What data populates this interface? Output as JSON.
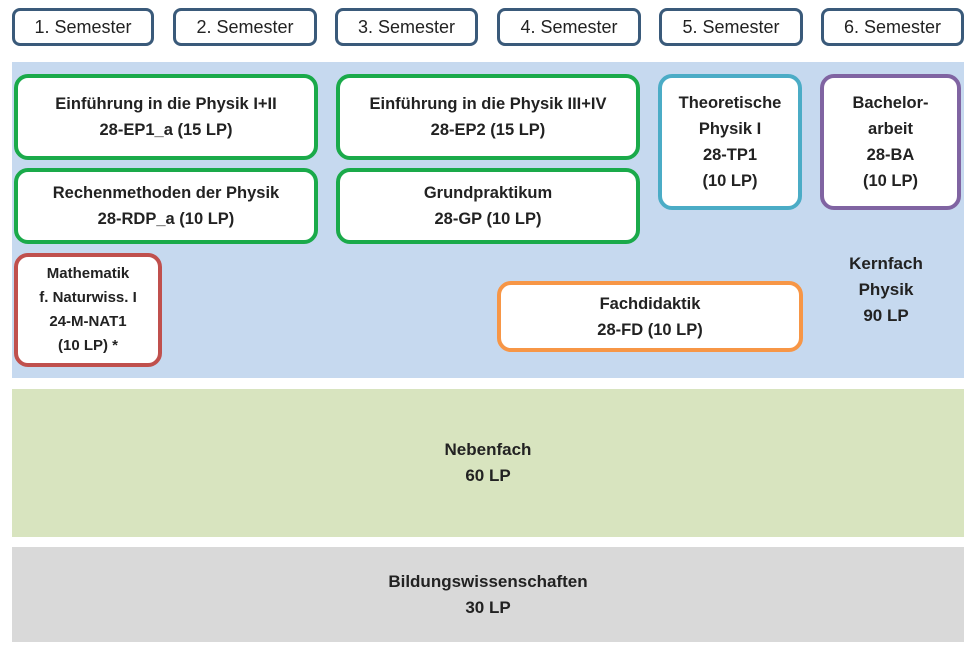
{
  "semesters": [
    "1. Semester",
    "2. Semester",
    "3. Semester",
    "4. Semester",
    "5. Semester",
    "6. Semester"
  ],
  "modules": {
    "ep1": {
      "line1": "Einführung in die Physik I+II",
      "line2": "28-EP1_a  (15 LP)"
    },
    "ep2": {
      "line1": "Einführung in die Physik III+IV",
      "line2": "28-EP2  (15 LP)"
    },
    "tp1": {
      "line1": "Theoretische",
      "line2": "Physik I",
      "line3": "28-TP1",
      "line4": "(10 LP)"
    },
    "ba": {
      "line1": "Bachelor-",
      "line2": "arbeit",
      "line3": "28-BA",
      "line4": "(10 LP)"
    },
    "rdp": {
      "line1": "Rechenmethoden der Physik",
      "line2": "28-RDP_a  (10 LP)"
    },
    "gp": {
      "line1": "Grundpraktikum",
      "line2": "28-GP  (10 LP)"
    },
    "math": {
      "line1": "Mathematik",
      "line2": "f. Naturwiss. I",
      "line3": "24-M-NAT1",
      "line4": "(10 LP)  *"
    },
    "fd": {
      "line1": "Fachdidaktik",
      "line2": "28-FD  (10 LP)"
    }
  },
  "bands": {
    "core": {
      "line1": "Kernfach",
      "line2": "Physik",
      "line3": "90 LP"
    },
    "minor": {
      "line1": "Nebenfach",
      "line2": "60 LP"
    },
    "edu": {
      "line1": "Bildungswissenschaften",
      "line2": "30 LP"
    }
  },
  "colors": {
    "semester_border": "#3a5a7a",
    "core_band": "#c6d9ef",
    "minor_band": "#d8e4bf",
    "edu_band": "#d9d9d9",
    "green": "#1aaa4a",
    "red": "#c0504d",
    "orange": "#f79646",
    "cyan": "#4bacc6",
    "purple": "#8064a2"
  }
}
